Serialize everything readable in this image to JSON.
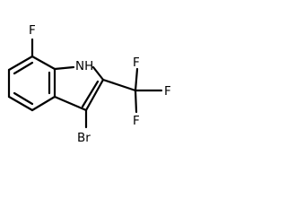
{
  "molecule": {
    "atoms": {
      "fluorine_top": "F",
      "nh": "NH",
      "bromine": "Br",
      "cf3_f_top": "F",
      "cf3_f_right": "F",
      "cf3_f_bottom": "F"
    }
  }
}
